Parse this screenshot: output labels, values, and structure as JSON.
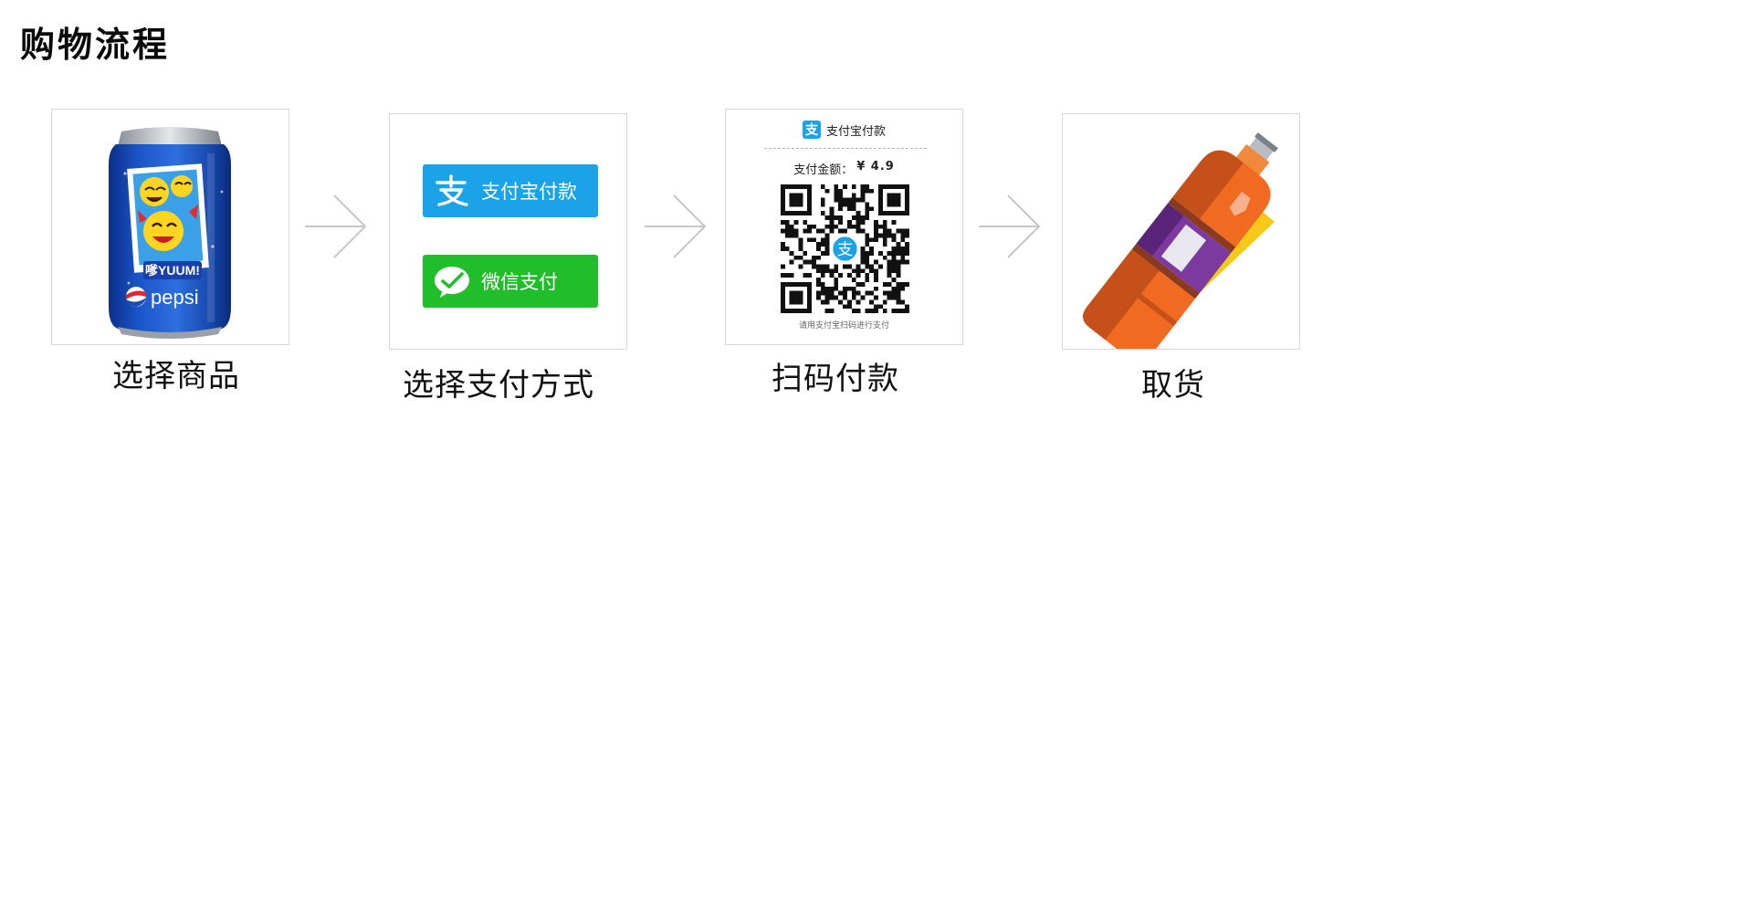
{
  "page": {
    "title": "购物流程"
  },
  "steps": [
    {
      "label": "选择商品"
    },
    {
      "label": "选择支付方式"
    },
    {
      "label": "扫码付款"
    },
    {
      "label": "取货"
    }
  ],
  "product": {
    "brand": "pepsi",
    "can_text": "嗲YUUM!"
  },
  "payment": {
    "alipay_label": "支付宝付款",
    "wechat_label": "微信支付",
    "alipay_color": "#1aa3e8",
    "wechat_color": "#1fbe2a"
  },
  "qr": {
    "header": "支付宝付款",
    "amount_label": "支付金额：",
    "amount_value": "¥ 4.9",
    "hint": "请用支付宝扫码进行支付"
  },
  "icons": {
    "arrow": "chevron-right-icon",
    "alipay": "alipay-icon",
    "wechat": "wechat-icon",
    "bottle": "bottle-icon"
  }
}
